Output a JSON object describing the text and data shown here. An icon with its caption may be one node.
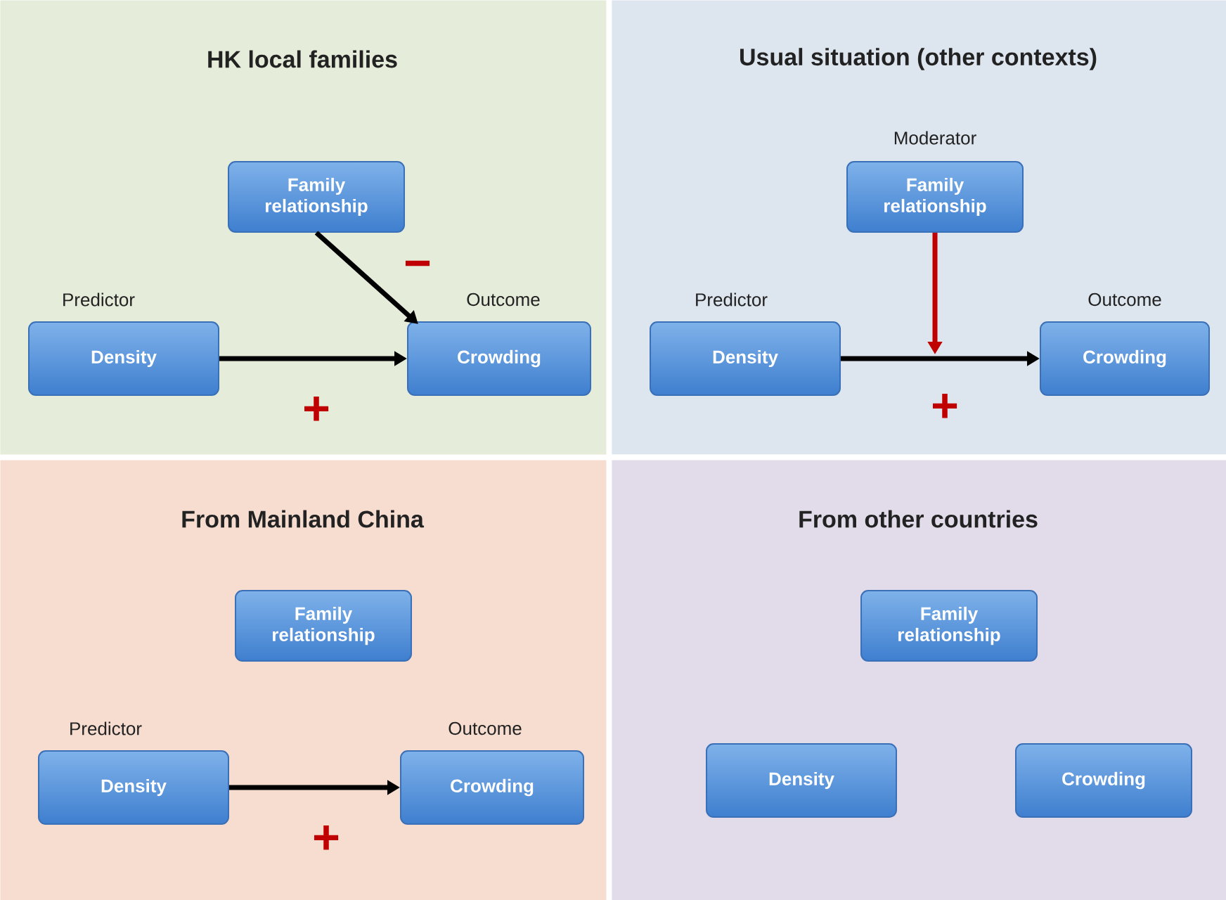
{
  "diagram": {
    "nodes": [
      {
        "text": [
          "HK local families"
        ]
      },
      {
        "text": [
          "Family relationship"
        ],
        "in": 0
      },
      {
        "text": [
          "Density"
        ],
        "in": 0,
        "beside": [
          "Predictor"
        ]
      },
      {
        "text": [
          "Crowding"
        ],
        "in": 0,
        "beside": [
          "Outcome"
        ]
      },
      {
        "text": [
          "Usual situation (other contexts)"
        ]
      },
      {
        "text": [
          "Family relationship"
        ],
        "in": 4,
        "beside": [
          "Moderator"
        ]
      },
      {
        "text": [
          "Density"
        ],
        "in": 4,
        "beside": [
          "Predictor"
        ]
      },
      {
        "text": [
          "Crowding"
        ],
        "in": 4,
        "beside": [
          "Outcome"
        ]
      },
      {
        "text": [
          "From Mainland China"
        ]
      },
      {
        "text": [
          "Family relationship"
        ],
        "in": 8
      },
      {
        "text": [
          "Density"
        ],
        "in": 8,
        "beside": [
          "Predictor"
        ]
      },
      {
        "text": [
          "Crowding"
        ],
        "in": 8,
        "beside": [
          "Outcome"
        ]
      },
      {
        "text": [
          "From other countries"
        ]
      },
      {
        "text": [
          "Family relationship"
        ],
        "in": 12
      },
      {
        "text": [
          "Density"
        ],
        "in": 12
      },
      {
        "text": [
          "Crowding"
        ],
        "in": 12
      }
    ],
    "edges": [
      {
        "from": 2,
        "to": 3,
        "arrow": "to",
        "label": "+"
      },
      {
        "from": 1,
        "to": 3,
        "arrow": "to",
        "label": "−"
      },
      {
        "from": 6,
        "to": 7,
        "arrow": "to",
        "label": "+"
      },
      {
        "from": 5,
        "to": null,
        "arrow": "to",
        "color": "#c00000"
      },
      {
        "from": 10,
        "to": 11,
        "arrow": "to",
        "label": "+"
      }
    ]
  }
}
